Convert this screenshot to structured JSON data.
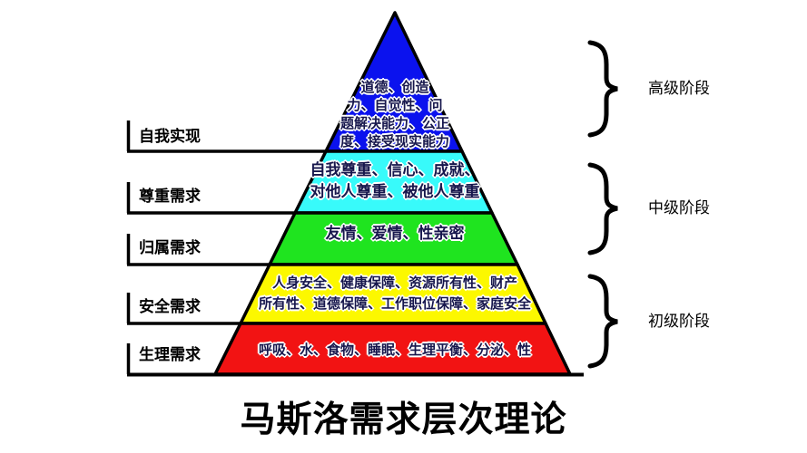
{
  "title": "马斯洛需求层次理论",
  "edge_color": "#000000",
  "levels": [
    {
      "name": "self-actualization",
      "side_label": "自我实现",
      "color": "#0b12ee",
      "content_lines": [
        "道德、创造",
        "力、自觉性、问",
        "题解决能力、公正",
        "度、接受现实能力"
      ]
    },
    {
      "name": "esteem",
      "side_label": "尊重需求",
      "color": "#38fafa",
      "content_lines": [
        "自我尊重、信心、成就、",
        "对他人尊重、被他人尊重"
      ]
    },
    {
      "name": "belonging",
      "side_label": "归属需求",
      "color": "#1fe41f",
      "content_lines": [
        "友情、爱情、性亲密"
      ]
    },
    {
      "name": "safety",
      "side_label": "安全需求",
      "color": "#fcf800",
      "content_lines": [
        "人身安全、健康保障、资源所有性、财产",
        "所有性、道德保障、工作职位保障、家庭安全"
      ]
    },
    {
      "name": "physiological",
      "side_label": "生理需求",
      "color": "#f21313",
      "content_lines": [
        "呼吸、水、食物、睡眠、生理平衡、分泌、性"
      ]
    }
  ],
  "stages": [
    {
      "label": "高级阶段"
    },
    {
      "label": "中级阶段"
    },
    {
      "label": "初级阶段"
    }
  ]
}
